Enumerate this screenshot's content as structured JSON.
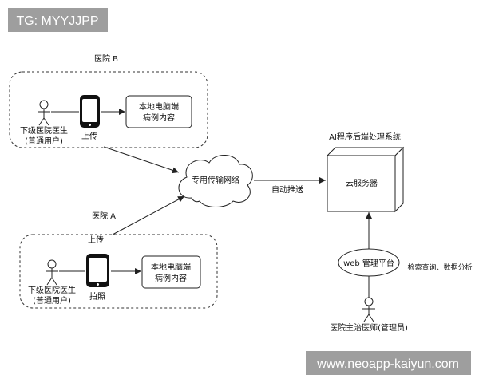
{
  "watermarks": {
    "top": "TG: MYYJJPP",
    "bottom": "www.neoapp-kaiyun.com"
  },
  "hospital_b": {
    "label": "医院 B",
    "doctor": {
      "line1": "下级医院医生",
      "line2": "(普通用户)"
    },
    "phone_label": "上传",
    "local_pc": {
      "line1": "本地电脑端",
      "line2": "病例内容"
    }
  },
  "hospital_a": {
    "label": "医院 A",
    "upload_label": "上传",
    "doctor": {
      "line1": "下级医院医生",
      "line2": "(普通用户)"
    },
    "phone_label": "拍照",
    "local_pc": {
      "line1": "本地电脑端",
      "line2": "病例内容"
    }
  },
  "network": {
    "label": "专用传输网络"
  },
  "push_label": "自动推送",
  "cloud_server": {
    "system_title": "AI程序后端处理系统",
    "label": "云服务器"
  },
  "web_platform": {
    "label": "web 管理平台",
    "functions": "检索查询、数据分析"
  },
  "administrator": {
    "label": "医院主治医师(管理员)"
  },
  "colors": {
    "watermark_background": "#9e9e9e",
    "watermark_text": "#ffffff",
    "line": "#222222",
    "phone_body": "#111111"
  }
}
